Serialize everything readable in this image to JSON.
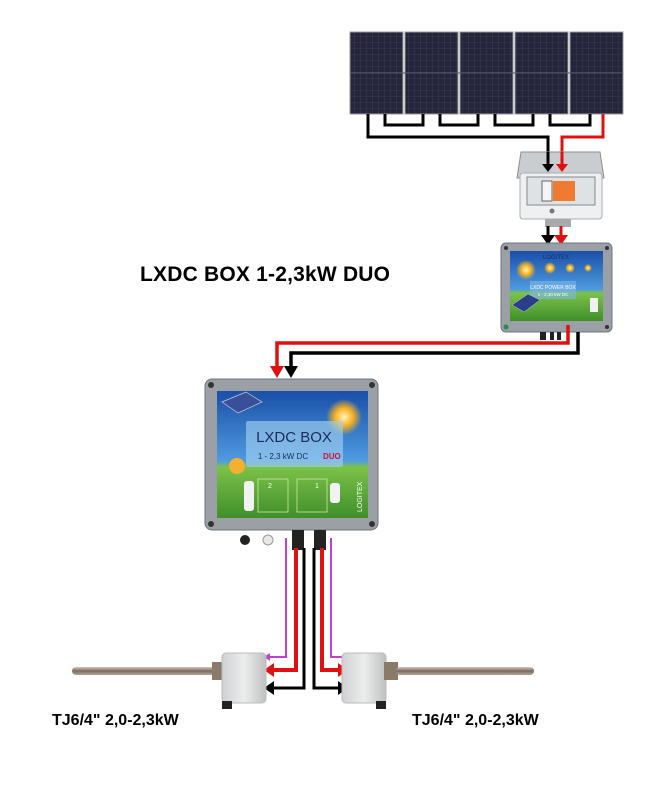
{
  "diagram": {
    "title": "LXDC BOX 1-2,3kW DUO",
    "components": {
      "solar_array": {
        "name": "Solar panel array",
        "panel_count": 5
      },
      "dc_disconnect": {
        "name": "DC disconnect switch box"
      },
      "power_box": {
        "brand": "LOGITEX",
        "title": "LXDC POWER BOX",
        "subtitle": "1 - 2,30 kW DC"
      },
      "lxdc_box": {
        "title": "LXDC BOX",
        "subtitle_prefix": "1 - 2,3 kW DC",
        "subtitle_highlight": "DUO",
        "brand": "LOGITEX",
        "output_1": "1",
        "output_2": "2"
      },
      "heaters": [
        {
          "label": "TJ6/4\" 2,0-2,3kW",
          "side": "left"
        },
        {
          "label": "TJ6/4\" 2,0-2,3kW",
          "side": "right"
        }
      ]
    },
    "wire_colors": {
      "positive": "#e01010",
      "negative": "#000000",
      "signal": "#c040d0"
    },
    "colors": {
      "panel": "#23233a",
      "box_frame": "#8a8f96",
      "box_screen_sky": "#1e5fb8",
      "box_screen_grass": "#5aa83a",
      "duo_accent": "#d0103a"
    }
  }
}
